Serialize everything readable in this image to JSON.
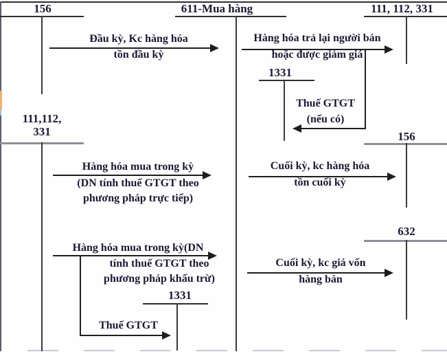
{
  "diagram_type": "t-account-flow",
  "accounts": {
    "inventory_opening": "156",
    "purchases_main": "611-Mua hàng",
    "cash_payable_top": "111, 112, 331",
    "vat_deductible_top": "1331",
    "cash_payable_left_line1": "111,112,",
    "cash_payable_left_line2": "331",
    "inventory_closing": "156",
    "cogs": "632",
    "vat_deductible_bottom": "1331"
  },
  "flows": {
    "opening_transfer": {
      "line1": "Đầu kỳ, Kc hàng hóa",
      "line2": "tồn đầu kỳ"
    },
    "returns_to_seller": {
      "line1": "Hàng hóa trả lại người bán",
      "line2": "hoặc được giảm giá"
    },
    "vat_on_returns": {
      "line1": "Thuế GTGT",
      "line2": "(nếu có)"
    },
    "purchases_direct_method": {
      "line1": "Hàng hóa mua trong kỳ",
      "line2": "(DN tính thuế GTGT theo",
      "line3": "phương pháp trực tiếp)"
    },
    "closing_transfer": {
      "line1": "Cuối kỳ, kc hàng hóa",
      "line2": "tồn cuối kỳ"
    },
    "purchases_deduction_method": {
      "line1": "Hàng hóa mua trong kỳ(DN",
      "line2": "tính thuế GTGT theo",
      "line3": "phương pháp khấu trừ)"
    },
    "vat_input": {
      "line1": "Thuế GTGT"
    },
    "cogs_transfer": {
      "line1": "Cuối kỳ, kc giá vốn",
      "line2": "hàng bán"
    }
  },
  "colors": {
    "line_dark": "#2e2e2e",
    "line_gray": "#8e8e96",
    "text": "#191933",
    "edge_mark_orange": "#f0b273",
    "edge_mark_blue": "#9fbcdc"
  }
}
